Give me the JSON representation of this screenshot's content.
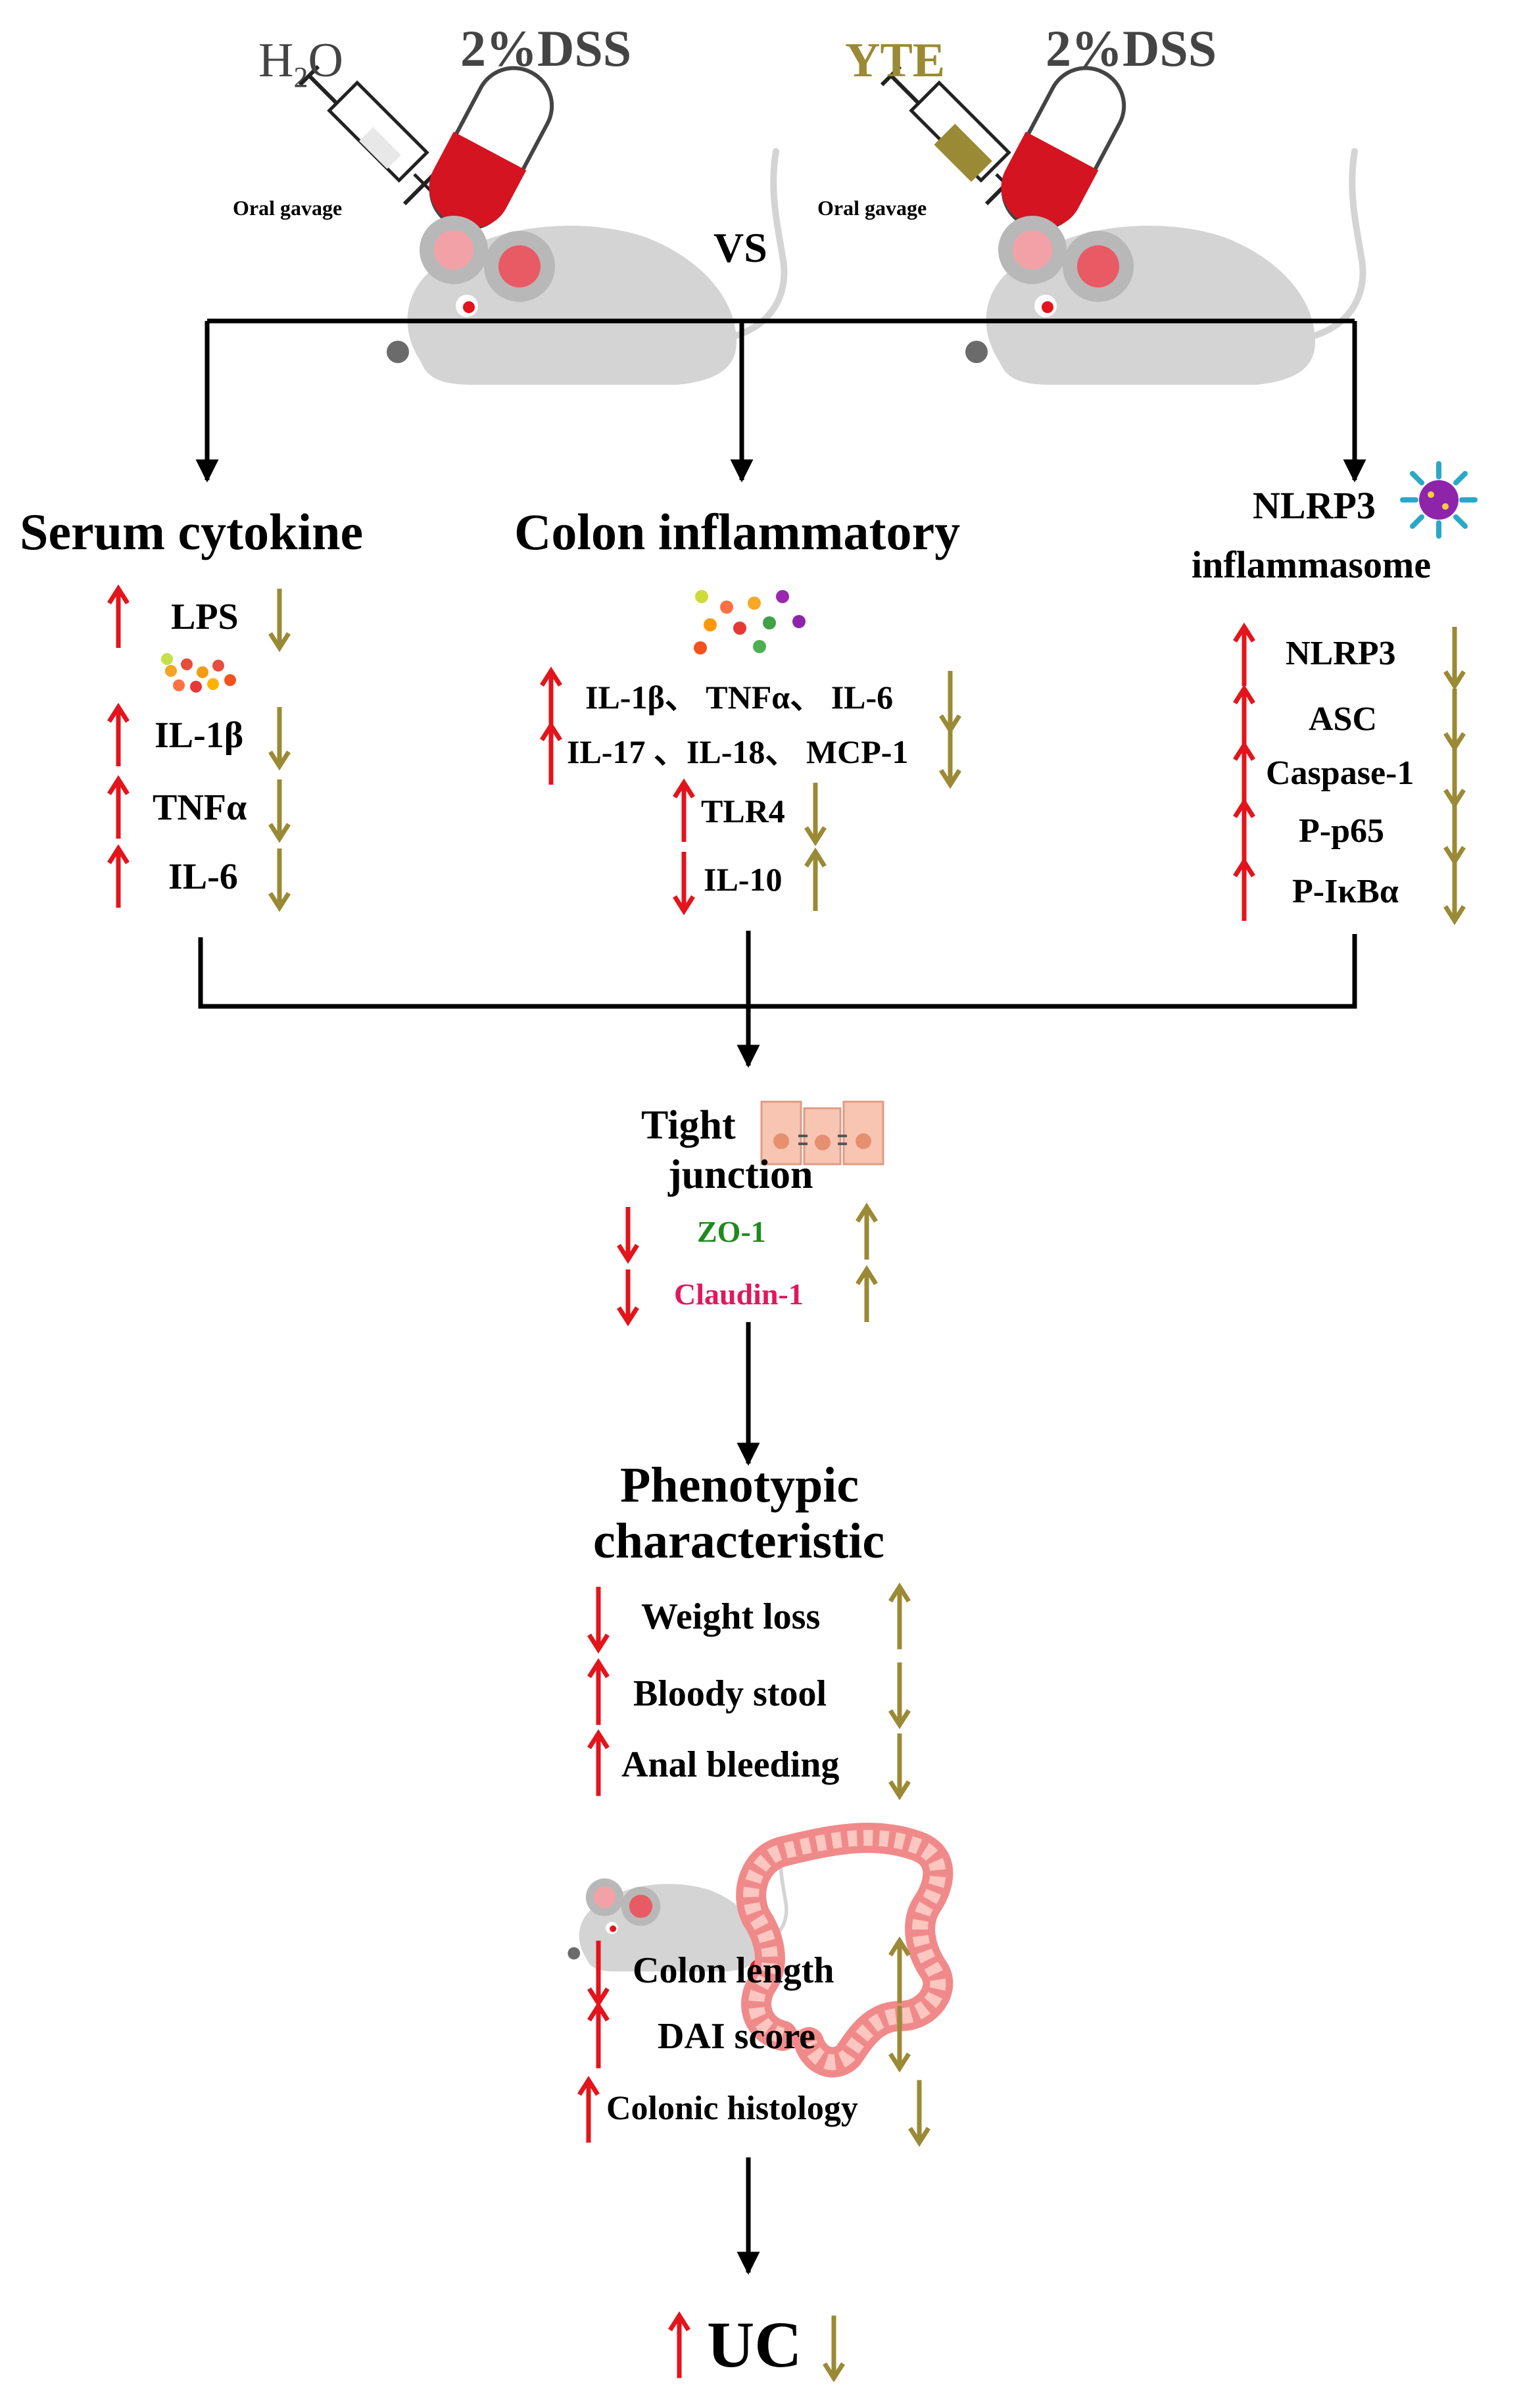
{
  "colors": {
    "up_model": "#e3141b",
    "down_treat": "#9b8a35",
    "zo1": "#1f8a1f",
    "claudin": "#e0185a",
    "ytetext": "#9b8a35"
  },
  "header": {
    "left_liquid": "H",
    "left_sub": "2",
    "left_liquid_end": "O",
    "left_dss": "2%DSS",
    "left_gavage": "Oral gavage",
    "right_liquid": "YTE",
    "right_dss": "2%DSS",
    "right_gavage": "Oral gavage",
    "vs": "VS"
  },
  "serum": {
    "title": "Serum cytokine",
    "items": [
      {
        "label": "LPS",
        "model": "up",
        "treat": "down"
      },
      {
        "label": "IL-1β",
        "model": "up",
        "treat": "down"
      },
      {
        "label": "TNFα",
        "model": "up",
        "treat": "down"
      },
      {
        "label": "IL-6",
        "model": "up",
        "treat": "down"
      }
    ]
  },
  "colon": {
    "title": "Colon inflammatory",
    "items": [
      {
        "label": "IL-1β、 TNFα、 IL-6",
        "model": "up",
        "treat": "down"
      },
      {
        "label": "IL-17 、IL-18、 MCP-1",
        "model": "up",
        "treat": "down"
      },
      {
        "label": "TLR4",
        "model": "up",
        "treat": "down"
      },
      {
        "label": "IL-10",
        "model": "down",
        "treat": "up"
      }
    ]
  },
  "nlrp3": {
    "title_line1": "NLRP3",
    "title_line2": "inflammasome",
    "items": [
      {
        "label": "NLRP3",
        "model": "up",
        "treat": "down"
      },
      {
        "label": "ASC",
        "model": "up",
        "treat": "down"
      },
      {
        "label": "Caspase-1",
        "model": "up",
        "treat": "down"
      },
      {
        "label": "P-p65",
        "model": "up",
        "treat": "down"
      },
      {
        "label": "P-IκBα",
        "model": "up",
        "treat": "down"
      }
    ]
  },
  "tight": {
    "title_line1": "Tight",
    "title_line2": "junction",
    "items": [
      {
        "label": "ZO-1",
        "model": "down",
        "treat": "up"
      },
      {
        "label": "Claudin-1",
        "model": "down",
        "treat": "up"
      }
    ]
  },
  "phenotype": {
    "title_line1": "Phenotypic",
    "title_line2": "characteristic",
    "items": [
      {
        "label": "Weight loss",
        "model": "down",
        "treat": "up"
      },
      {
        "label": "Bloody stool",
        "model": "up",
        "treat": "down"
      },
      {
        "label": "Anal bleeding",
        "model": "up",
        "treat": "down"
      },
      {
        "label": "Colon length",
        "model": "down",
        "treat": "up"
      },
      {
        "label": "DAI score",
        "model": "up",
        "treat": "down"
      },
      {
        "label": "Colonic histology",
        "model": "up",
        "treat": "down"
      }
    ]
  },
  "outcome": {
    "label": "UC",
    "model": "up",
    "treat": "down"
  }
}
